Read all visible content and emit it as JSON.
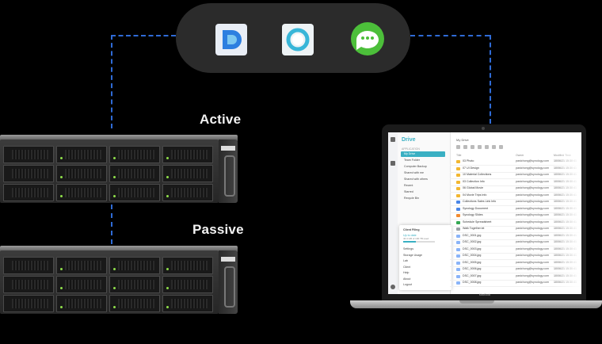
{
  "labels": {
    "active": "Active",
    "passive": "Passive"
  },
  "apps": [
    {
      "name": "Synology Drive",
      "icon": "drive-app-icon",
      "color": "#2d7fe0"
    },
    {
      "name": "Synology Office",
      "icon": "office-app-icon",
      "color": "#38b6d8"
    },
    {
      "name": "Synology Chat",
      "icon": "chat-app-icon",
      "color": "#4cbf3a"
    }
  ],
  "drive": {
    "logo": "Drive",
    "section_label": "APPLICATION",
    "nav": [
      {
        "label": "My Drive",
        "active": true
      },
      {
        "label": "Team Folder"
      },
      {
        "label": "Computer Backup"
      },
      {
        "label": "Shared with me"
      },
      {
        "label": "Shared with others"
      },
      {
        "label": "Recent"
      },
      {
        "label": "Starred"
      },
      {
        "label": "Recycle Bin"
      }
    ],
    "popup": {
      "title": "Client Filing",
      "status": "Up to date",
      "usage": "40.4 GB of 100 TB used",
      "items": [
        "Settings",
        "Storage Usage",
        "Lab",
        "Client",
        "Help",
        "About",
        "Logout"
      ]
    },
    "breadcrumb": "My Drive",
    "columns": {
      "name": "Title",
      "owner": "Owner",
      "modified": "Modified Time"
    },
    "rows": [
      {
        "name": "03 Photo",
        "owner": "pastchong@synology.com",
        "modified": "10/06/21 15:30:41",
        "kind": "folder"
      },
      {
        "name": "07 UI Design",
        "owner": "pastchong@synology.com",
        "modified": "10/06/21 15:30:41",
        "kind": "folder"
      },
      {
        "name": "10 Material Collections",
        "owner": "pastchong@synology.com",
        "modified": "10/06/21 15:30:41",
        "kind": "folder"
      },
      {
        "name": "03 Collection Info",
        "owner": "pastchong@synology.com",
        "modified": "10/06/21 15:30:41",
        "kind": "folder"
      },
      {
        "name": "06 Global Movie",
        "owner": "pastchong@synology.com",
        "modified": "10/06/21 15:30:41",
        "kind": "folder"
      },
      {
        "name": "04 Movie Trips Info",
        "owner": "pastchong@synology.com",
        "modified": "10/06/21 15:30:41",
        "kind": "folder"
      },
      {
        "name": "Collections Sales Link Info",
        "owner": "pastchong@synology.com",
        "modified": "10/06/21 15:30:41",
        "kind": "doc"
      },
      {
        "name": "Synology Document",
        "owner": "pastchong@synology.com",
        "modified": "10/06/21 15:30:41",
        "kind": "doc"
      },
      {
        "name": "Synology Slides",
        "owner": "pastchong@synology.com",
        "modified": "10/06/21 15:30:41",
        "kind": "slides"
      },
      {
        "name": "Schedule Spreadsheet",
        "owner": "pastchong@synology.com",
        "modified": "10/06/21 15:30:41",
        "kind": "sheet"
      },
      {
        "name": "Walk Together.txt",
        "owner": "pastchong@synology.com",
        "modified": "10/06/21 15:30:41",
        "kind": "file"
      },
      {
        "name": "DSC_0001.jpg",
        "owner": "pastchong@synology.com",
        "modified": "10/06/21 15:30:41",
        "kind": "image"
      },
      {
        "name": "DSC_0002.jpg",
        "owner": "pastchong@synology.com",
        "modified": "10/06/21 15:30:41",
        "kind": "image"
      },
      {
        "name": "DSC_0003.jpg",
        "owner": "pastchong@synology.com",
        "modified": "10/06/21 15:30:41",
        "kind": "image"
      },
      {
        "name": "DSC_0004.jpg",
        "owner": "pastchong@synology.com",
        "modified": "10/06/21 15:30:41",
        "kind": "image"
      },
      {
        "name": "DSC_0005.jpg",
        "owner": "pastchong@synology.com",
        "modified": "10/06/21 15:30:41",
        "kind": "image"
      },
      {
        "name": "DSC_0006.jpg",
        "owner": "pastchong@synology.com",
        "modified": "10/06/21 15:30:41",
        "kind": "image"
      },
      {
        "name": "DSC_0007.jpg",
        "owner": "pastchong@synology.com",
        "modified": "10/06/21 15:30:41",
        "kind": "image"
      },
      {
        "name": "DSC_0008.jpg",
        "owner": "pastchong@synology.com",
        "modified": "10/06/21 15:30:41",
        "kind": "image"
      }
    ],
    "laptop_label": "MacBook"
  },
  "colors": {
    "accent": "#3ab0c3",
    "connector": "#2f6bd6",
    "led": "#8fe04a"
  }
}
